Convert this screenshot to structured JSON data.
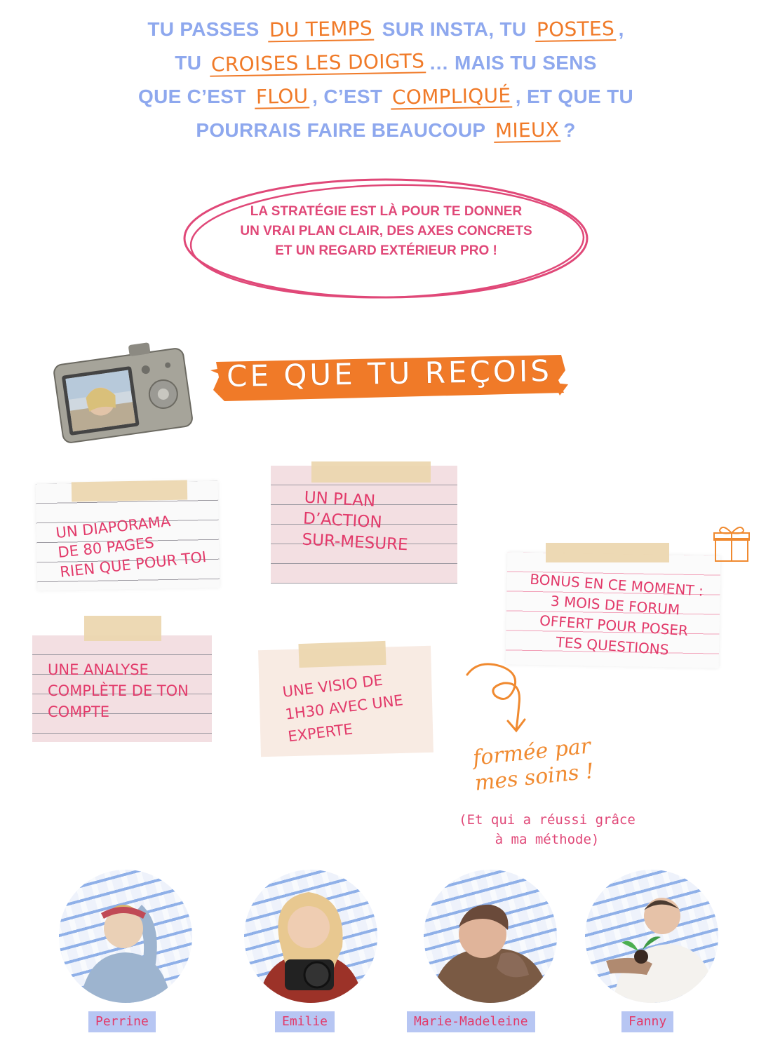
{
  "intro": {
    "line1": {
      "a": "TU PASSES",
      "h1": "DU TEMPS",
      "b": "SUR INSTA, TU",
      "h2": "POSTES",
      "c": ","
    },
    "line2": {
      "a": "TU",
      "h1": "CROISES LES DOIGTS",
      "b": "… MAIS TU SENS"
    },
    "line3": {
      "a": "QUE C’EST",
      "h1": "FLOU",
      "b": ", C’EST",
      "h2": "COMPLIQUÉ",
      "c": ", ET QUE TU"
    },
    "line4": {
      "a": "POURRAIS FAIRE BEAUCOUP",
      "h1": "MIEUX",
      "b": "?"
    }
  },
  "oval": {
    "line1": "LA STRATÉGIE EST LÀ POUR TE DONNER",
    "line2": "UN VRAI PLAN CLAIR, DES AXES CONCRETS",
    "line3": "ET UN REGARD EXTÉRIEUR PRO !"
  },
  "banner": {
    "title": "CE QUE TU REÇOIS"
  },
  "notes": {
    "diaporama": "UN DIAPORAMA\nDE 80 PAGES\nRIEN QUE POUR TOI",
    "plan": "UN PLAN\nD’ACTION\nSUR-MESURE",
    "bonus": "BONUS EN CE MOMENT :\n3 MOIS DE FORUM\nOFFERT POUR POSER\nTES QUESTIONS",
    "analyse": "UNE ANALYSE\nCOMPLÈTE DE TON\nCOMPTE",
    "visio": "UNE VISIO DE\n1H30 AVEC UNE\nEXPERTE"
  },
  "formee": {
    "line1": "formée par",
    "line2": "mes soins !"
  },
  "etqui": {
    "line1": "(Et qui a réussi grâce",
    "line2": "à ma méthode)"
  },
  "experts": [
    {
      "name": "Perrine"
    },
    {
      "name": "Emilie"
    },
    {
      "name": "Marie-Madeleine"
    },
    {
      "name": "Fanny"
    }
  ],
  "colors": {
    "blue": "#8ea8ee",
    "orange": "#f07a28",
    "pink": "#e04878",
    "tag": "#b7c6f3"
  }
}
